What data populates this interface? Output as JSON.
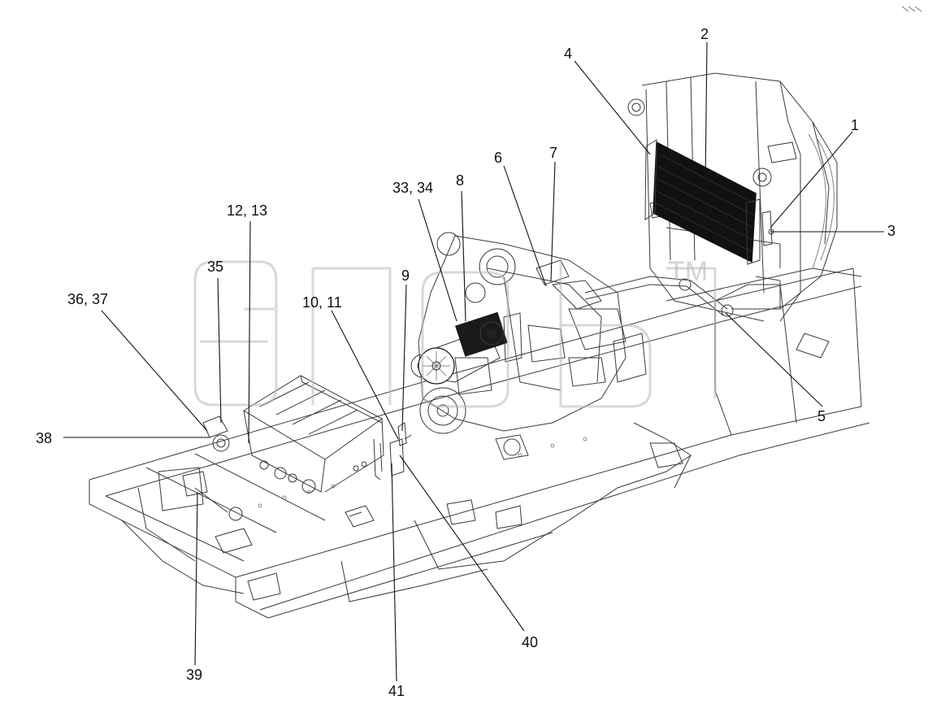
{
  "diagram": {
    "callouts": [
      "1",
      "2",
      "3",
      "4",
      "5",
      "6",
      "7",
      "8",
      "9",
      "10, 11",
      "12, 13",
      "33, 34",
      "35",
      "36, 37",
      "38",
      "39",
      "40",
      "41"
    ],
    "watermark": {
      "text": "ЭПЕ",
      "trademark": "TM"
    },
    "background_color": "#ffffff",
    "line_color": "#3a3a3a"
  }
}
